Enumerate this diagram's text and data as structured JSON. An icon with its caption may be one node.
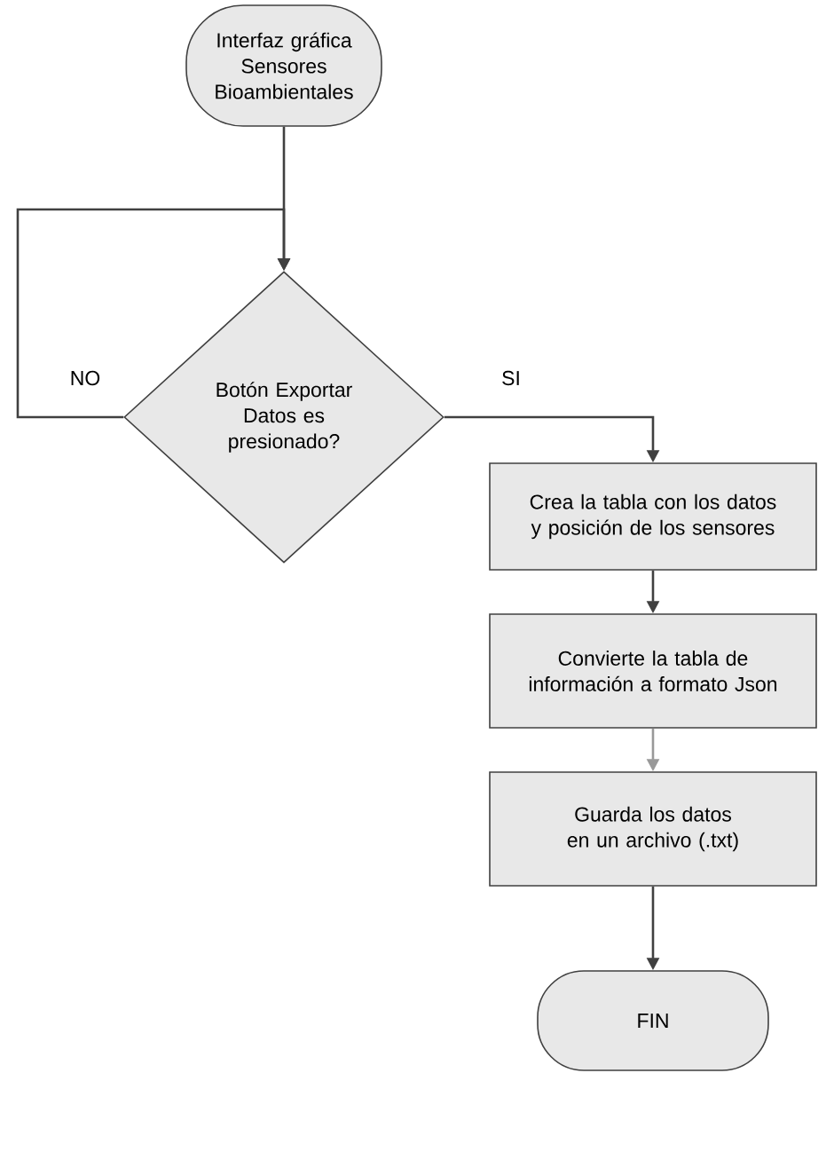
{
  "diagram": {
    "nodes": [
      {
        "text": [
          "Interfaz gráfica Sensores Bioambientales"
        ]
      },
      {
        "text": [
          "Botón Exportar Datos es presionado?"
        ]
      },
      {
        "text": [
          "Crea la tabla con los datos y posición de los sensores"
        ]
      },
      {
        "text": [
          "Convierte la tabla de información a formato Json"
        ]
      },
      {
        "text": [
          "Guarda los datos en un archivo (.txt)"
        ]
      },
      {
        "text": [
          "FIN"
        ]
      }
    ],
    "edges": [
      {
        "from": 0,
        "to": 1,
        "arrow": "to"
      },
      {
        "from": 1,
        "to": 1,
        "arrow": "to",
        "label": "NO"
      },
      {
        "from": 1,
        "to": 2,
        "arrow": "to",
        "label": "SI"
      },
      {
        "from": 2,
        "to": 3,
        "arrow": "to"
      },
      {
        "from": 3,
        "to": 4,
        "arrow": "to",
        "color": "#999999"
      },
      {
        "from": 4,
        "to": 5,
        "arrow": "to"
      }
    ]
  }
}
